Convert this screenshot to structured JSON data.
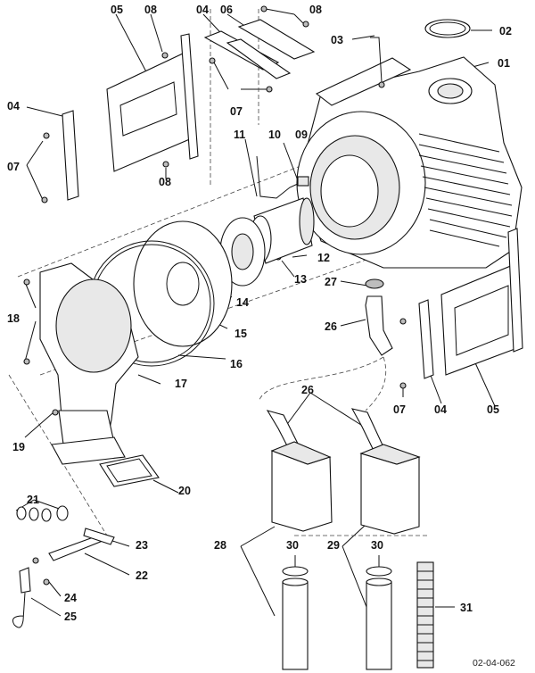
{
  "callouts": {
    "c01": "01",
    "c02": "02",
    "c03": "03",
    "c04a": "04",
    "c04b": "04",
    "c04c": "04",
    "c05a": "05",
    "c05b": "05",
    "c06": "06",
    "c07a": "07",
    "c07b": "07",
    "c07c": "07",
    "c08a": "08",
    "c08b": "08",
    "c08c": "08",
    "c09": "09",
    "c10": "10",
    "c11": "11",
    "c12": "12",
    "c13": "13",
    "c14": "14",
    "c15": "15",
    "c16": "16",
    "c17": "17",
    "c18": "18",
    "c19": "19",
    "c20": "20",
    "c21": "21",
    "c22": "22",
    "c23": "23",
    "c24": "24",
    "c25": "25",
    "c26a": "26",
    "c26b": "26",
    "c27": "27",
    "c28": "28",
    "c29": "29",
    "c30a": "30",
    "c30b": "30",
    "c31": "31"
  },
  "doc_ref": "02-04-062"
}
